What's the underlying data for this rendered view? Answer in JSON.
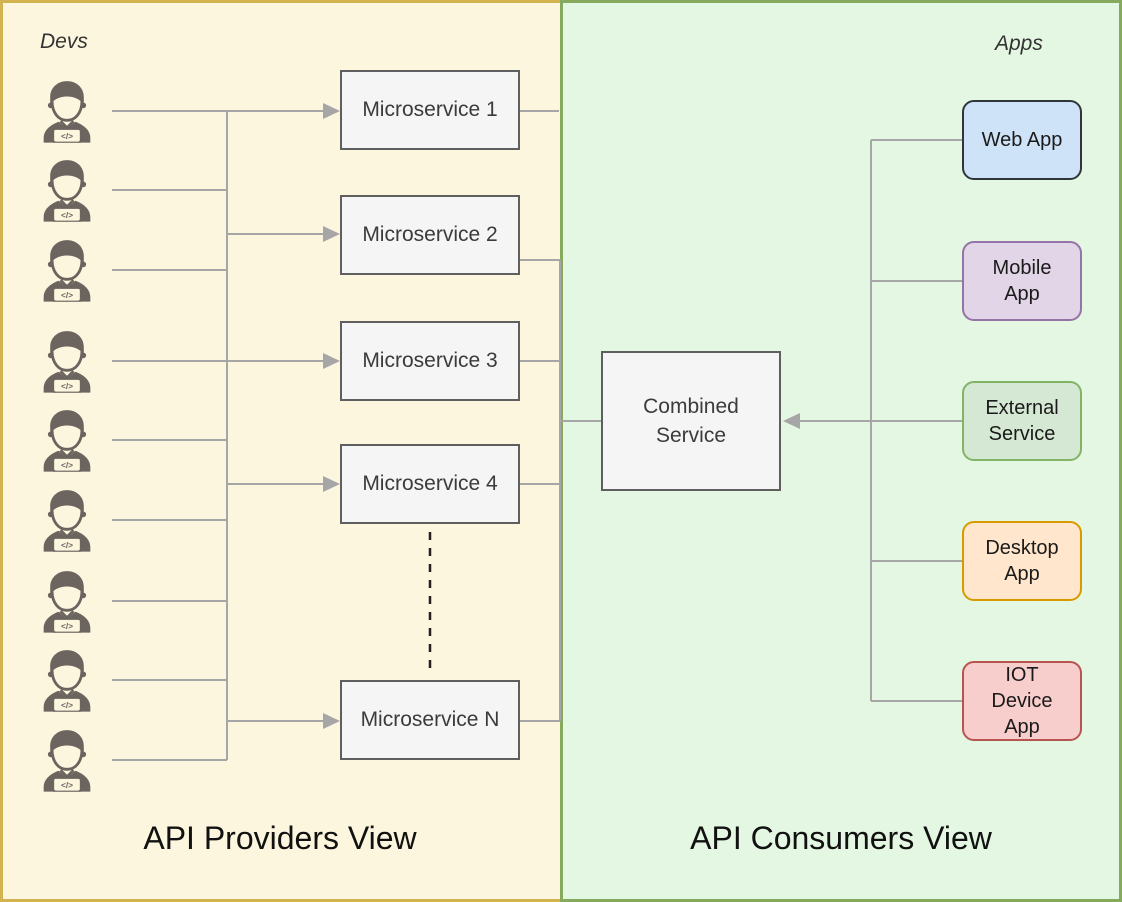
{
  "diagram": {
    "providers_region": {
      "title": "API Providers View",
      "corner_label": "Devs",
      "background": "#fdf6de",
      "border_color": "#d3b34f"
    },
    "consumers_region": {
      "title": "API Consumers View",
      "corner_label": "Apps",
      "background": "#e4f7e2",
      "border_color": "#85aa5d"
    },
    "microservices": [
      {
        "label": "Microservice 1"
      },
      {
        "label": "Microservice 2"
      },
      {
        "label": "Microservice 3"
      },
      {
        "label": "Microservice 4"
      },
      {
        "label": "Microservice N"
      }
    ],
    "microservice_box": {
      "fill": "#f5f5f6",
      "stroke": "#5f5f5f"
    },
    "combined_service": {
      "label": "Combined\nService",
      "fill": "#f5f5f6",
      "stroke": "#5f5f5f"
    },
    "apps": [
      {
        "label": "Web App",
        "fill": "#cfe3f8",
        "stroke": "#2f353b"
      },
      {
        "label": "Mobile\nApp",
        "fill": "#e1d5e7",
        "stroke": "#9673a6"
      },
      {
        "label": "External\nService",
        "fill": "#d5e8d4",
        "stroke": "#82b366"
      },
      {
        "label": "Desktop\nApp",
        "fill": "#ffe6cc",
        "stroke": "#d79b00"
      },
      {
        "label": "IOT\nDevice\nApp",
        "fill": "#f8cecc",
        "stroke": "#b85450"
      }
    ],
    "developers": {
      "count": 9,
      "icon_code_glyph": "</>",
      "icon_color": "#6b645f"
    },
    "connector_color": "#a6a6a6",
    "dashed_connector_color": "#1f1f1f"
  }
}
